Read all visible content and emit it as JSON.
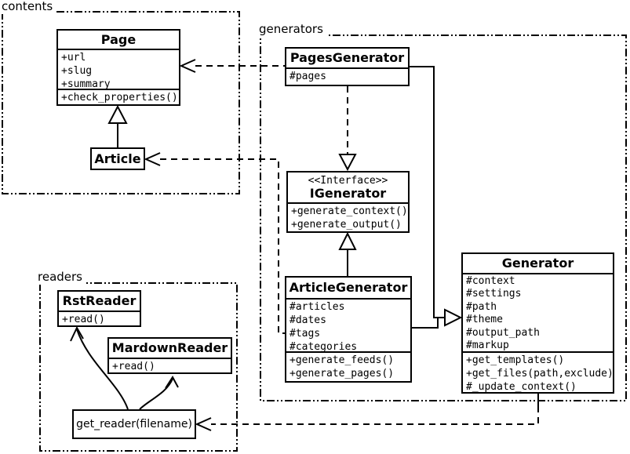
{
  "packages": {
    "contents": {
      "label": "contents"
    },
    "generators": {
      "label": "generators"
    },
    "readers": {
      "label": "readers"
    }
  },
  "classes": {
    "page": {
      "title": "Page",
      "attributes": [
        "+url",
        "+slug",
        "+summary"
      ],
      "methods": [
        "+check_properties()"
      ]
    },
    "article": {
      "title": "Article"
    },
    "pages_generator": {
      "title": "PagesGenerator",
      "attributes": [
        "#pages"
      ]
    },
    "igenerator": {
      "stereotype": "<<Interface>>",
      "title": "IGenerator",
      "methods": [
        "+generate_context()",
        "+generate_output()"
      ]
    },
    "article_generator": {
      "title": "ArticleGenerator",
      "attributes": [
        "#articles",
        "#dates",
        "#tags",
        "#categories"
      ],
      "methods": [
        "+generate_feeds()",
        "+generate_pages()"
      ]
    },
    "generator": {
      "title": "Generator",
      "attributes": [
        "#context",
        "#settings",
        "#path",
        "#theme",
        "#output_path",
        "#markup"
      ],
      "methods": [
        "+get_templates()",
        "+get_files(path,exclude)",
        "#_update_context()"
      ]
    },
    "rst_reader": {
      "title": "RstReader",
      "methods": [
        "+read()"
      ]
    },
    "mardown_reader": {
      "title": "MardownReader",
      "methods": [
        "+read()"
      ]
    },
    "get_reader": {
      "label": "get_reader(filename)"
    }
  },
  "colors": {
    "line": "#000000",
    "background": "#ffffff",
    "text": "#000000"
  }
}
